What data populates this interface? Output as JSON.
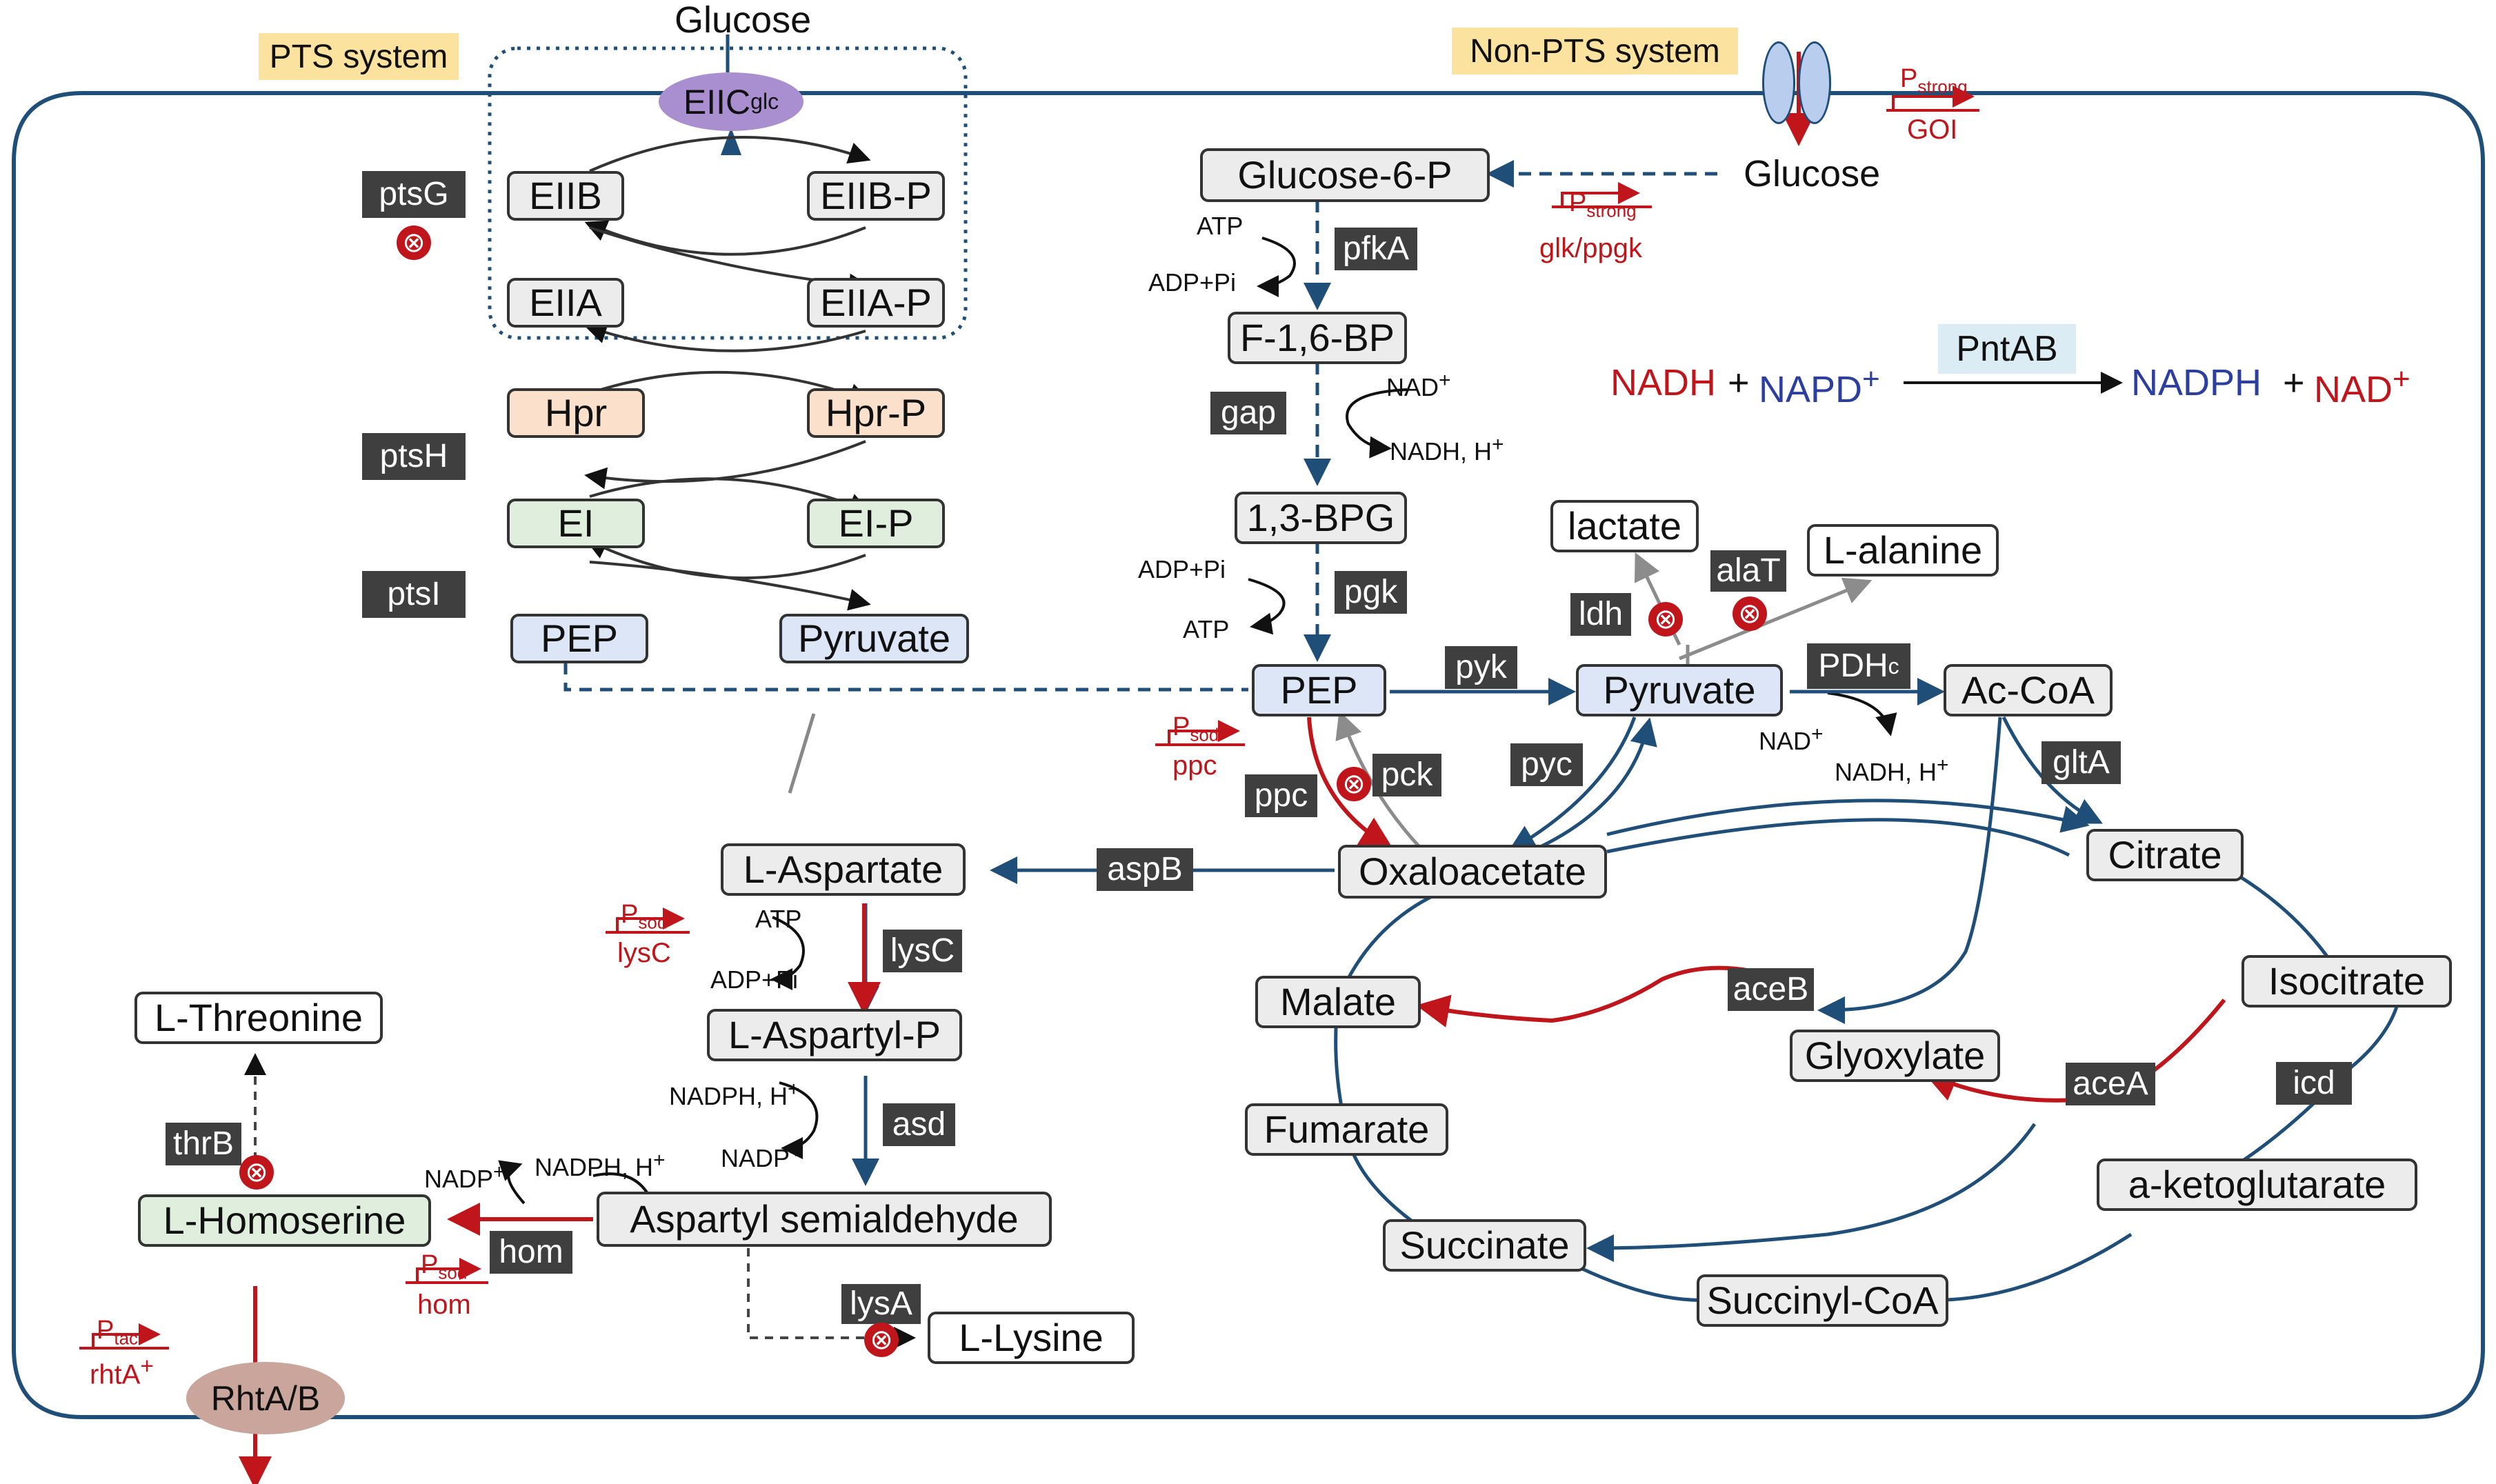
{
  "labels": {
    "pts_system": "PTS system",
    "non_pts_system": "Non-PTS system",
    "glucose_top": "Glucose",
    "glucose_right": "Glucose",
    "eiic": "EIIC",
    "eiic_sup": "glc",
    "rhta": "RhtA/B"
  },
  "pts_nodes": {
    "eiib": "EIIB",
    "eiib_p": "EIIB-P",
    "eiia": "EIIA",
    "eiia_p": "EIIA-P",
    "hpr": "Hpr",
    "hpr_p": "Hpr-P",
    "ei": "EI",
    "ei_p": "EI-P",
    "pep": "PEP",
    "pyruvate": "Pyruvate"
  },
  "pts_genes": {
    "ptsg": "ptsG",
    "ptsh": "ptsH",
    "ptsi": "ptsI"
  },
  "metabolites": {
    "glucose6p": "Glucose-6-P",
    "f16bp": "F-1,6-BP",
    "bpg": "1,3-BPG",
    "pep": "PEP",
    "pyruvate": "Pyruvate",
    "lactate": "lactate",
    "lalanine": "L-alanine",
    "accoa": "Ac-CoA",
    "citrate": "Citrate",
    "isocitrate": "Isocitrate",
    "oxaloacetate": "Oxaloacetate",
    "malate": "Malate",
    "glyoxylate": "Glyoxylate",
    "fumarate": "Fumarate",
    "succinate": "Succinate",
    "succinylcoa": "Succinyl-CoA",
    "aketoglutarate": "a-ketoglutarate",
    "laspartate": "L-Aspartate",
    "laspartylp": "L-Aspartyl-P",
    "aspsemialdehyde": "Aspartyl semialdehyde",
    "lhomoserine": "L-Homoserine",
    "lthreonine": "L-Threonine",
    "llysine": "L-Lysine"
  },
  "enzymes": {
    "pfka": "pfkA",
    "gap": "gap",
    "pgk": "pgk",
    "pyk": "pyk",
    "pdhc": "PDH",
    "pdhc_sub": "c",
    "ldh": "ldh",
    "alat": "alaT",
    "glta": "gltA",
    "pyc": "pyc",
    "ppc": "ppc",
    "pck": "pck",
    "aspb": "aspB",
    "lysc": "lysC",
    "asd": "asd",
    "hom": "hom",
    "thrb": "thrB",
    "lysa": "lysA",
    "aceb": "aceB",
    "acea": "aceA",
    "icd": "icd"
  },
  "cofactors": {
    "atp1": "ATP",
    "adppi1": "ADP+Pi",
    "nad1": "NAD",
    "nadh1": "NADH, H",
    "adppi2": "ADP+Pi",
    "atp2": "ATP",
    "nad2": "NAD",
    "nadh2": "NADH, H",
    "atp3": "ATP",
    "adppi3": "ADP+Pi",
    "nadph1": "NADPH, H",
    "nadp1": "NADP",
    "nadp2": "NADP",
    "nadph2": "NADPH, H",
    "plus": "+"
  },
  "promoters": {
    "p_strong_1": "P",
    "p_strong_1_sub": "strong",
    "goi": "GOI",
    "p_strong_2": "P",
    "p_strong_2_sub": "strong",
    "glk_ppgk": "glk/ppgk",
    "p_sod_ppc": "P",
    "p_sod_ppc_sub": "sod",
    "ppc_gene": "ppc",
    "p_sod_lysc": "P",
    "p_sod_lysc_sub": "sod",
    "lysc_gene": "lysC",
    "p_sod_hom": "P",
    "p_sod_hom_sub": "sod",
    "hom_gene": "hom",
    "p_tac": "P",
    "p_tac_sub": "tac",
    "rhta_gene": "rhtA"
  },
  "equation": {
    "nadh": "NADH",
    "plus1": "+",
    "napd": "NAPD",
    "napd_sup": "+",
    "enzyme": "PntAB",
    "nadph": "NADPH",
    "plus2": "+",
    "nad": "NAD",
    "nad_sup": "+"
  },
  "knockout_symbol": "⊗",
  "colors": {
    "flux_blue": "#1f4e79",
    "engineered_red": "#c0151b",
    "grey_arrow": "#8c8c8c",
    "membrane": "#1f4e79",
    "eiic_fill": "#a98fd0",
    "rhta_fill": "#c9a59c",
    "porin_fill": "#b9cdee"
  }
}
